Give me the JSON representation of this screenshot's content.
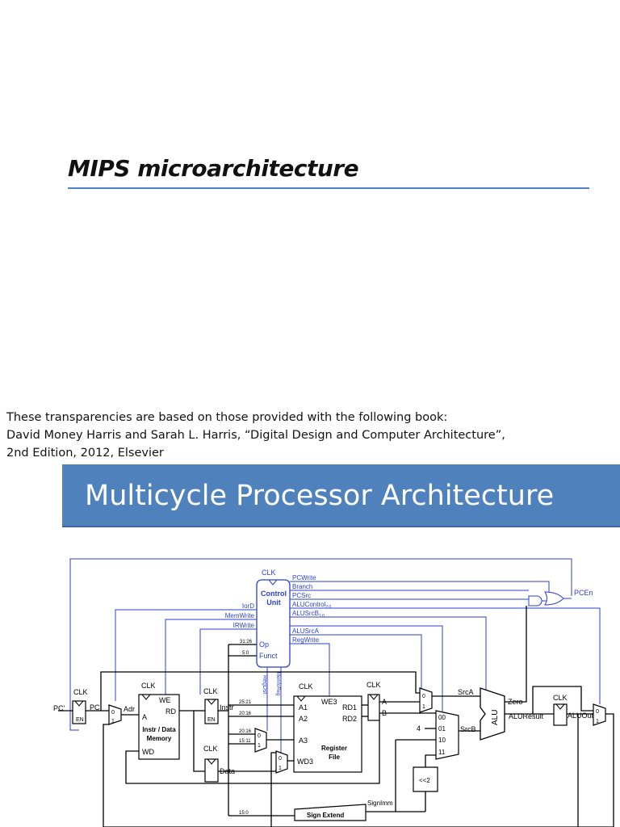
{
  "slide1": {
    "title": "MIPS microarchitecture",
    "credit_lines": [
      "These transparencies are based on those provided with the following book:",
      "David Money Harris and Sarah L. Harris, “Digital Design and Computer Architecture”,",
      "2nd Edition, 2012, Elsevier"
    ]
  },
  "slide2": {
    "title": "Multicycle Processor Architecture"
  },
  "diagram": {
    "clk": "CLK",
    "control_unit": [
      "Control",
      "Unit"
    ],
    "op": "Op",
    "funct": "Funct",
    "signals_right": [
      "PCWrite",
      "Branch",
      "PCSrc",
      "ALUControl",
      "ALUSrcB",
      "ALUSrcA",
      "RegWrite"
    ],
    "aluctrl_sub": "2:0",
    "alusrcb_sub": "1:0",
    "signals_left": [
      "IorD",
      "MemWrite",
      "IRWrite"
    ],
    "regdst": "RegDst",
    "memtoreg": "MemtoReg",
    "pcen": "PCEn",
    "pc_prime": "PC'",
    "pc": "PC",
    "en": "EN",
    "adr": "Adr",
    "we": "WE",
    "a": "A",
    "rd": "RD",
    "wd": "WD",
    "mem": [
      "Instr / Data",
      "Memory"
    ],
    "instr": "Instr",
    "data": "Data",
    "bits": [
      "31:26",
      "5:0",
      "25:21",
      "20:16",
      "20:16",
      "15:11",
      "15:0"
    ],
    "we3": "WE3",
    "a1": "A1",
    "a2": "A2",
    "a3": "A3",
    "wd3": "WD3",
    "rd1": "RD1",
    "rd2": "RD2",
    "regfile": [
      "Register",
      "File"
    ],
    "reg_a": "A",
    "reg_b": "B",
    "mux0": "0",
    "mux1": "1",
    "mux4": [
      "00",
      "01",
      "10",
      "11"
    ],
    "four": "4",
    "srca": "SrcA",
    "srcb": "SrcB",
    "alu": "ALU",
    "zero": "Zero",
    "aluresult": "ALUResult",
    "aluout": "ALUOut",
    "shift": "<<2",
    "signimm": "SignImm",
    "signext": "Sign Extend"
  }
}
